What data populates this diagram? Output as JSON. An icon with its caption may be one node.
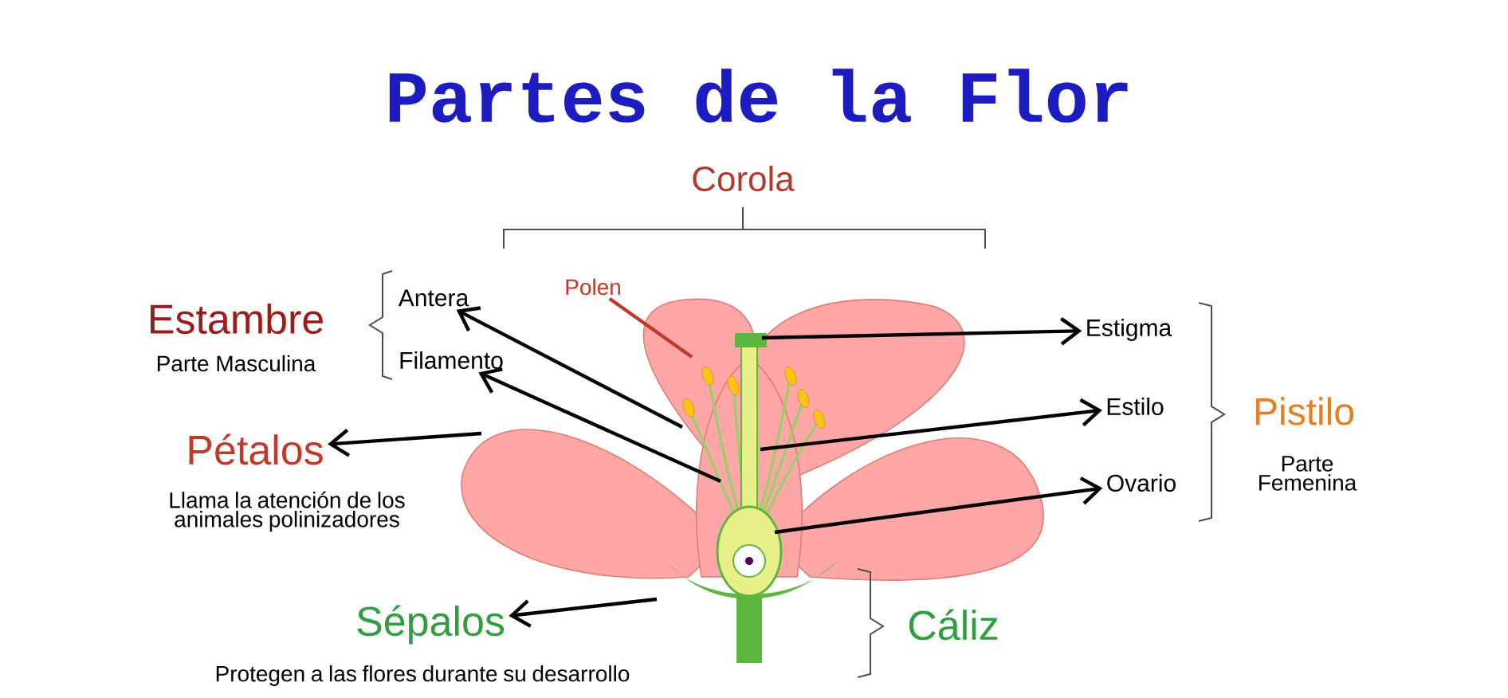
{
  "diagram": {
    "title": "Partes de la Flor",
    "nodes": [
      {
        "text": [
          "Antera"
        ]
      },
      {
        "text": [
          "Filamento"
        ]
      },
      {
        "text": [
          "Polen"
        ]
      },
      {
        "text": [
          "Pétalos"
        ],
        "beside": [
          "Llama la atención de los animales polinizadores"
        ]
      },
      {
        "text": [
          "Sépalos"
        ],
        "beside": [
          "Protegen a las flores durante su desarrollo"
        ]
      },
      {
        "text": [
          "Estigma"
        ]
      },
      {
        "text": [
          "Estilo"
        ]
      },
      {
        "text": [
          "Ovario"
        ]
      }
    ],
    "edges": [
      {
        "from": null,
        "to": 0,
        "arrow": "to"
      },
      {
        "from": null,
        "to": 1,
        "arrow": "to"
      },
      {
        "from": 2,
        "to": null,
        "arrow": "none",
        "color": "#c0392b"
      },
      {
        "from": null,
        "to": 3,
        "arrow": "to"
      },
      {
        "from": null,
        "to": 4,
        "arrow": "to"
      },
      {
        "from": null,
        "to": 5,
        "arrow": "to"
      },
      {
        "from": null,
        "to": 6,
        "arrow": "to"
      },
      {
        "from": null,
        "to": 7,
        "arrow": "to"
      }
    ],
    "labels": [
      "Corola",
      "Estambre",
      "Parte Masculina",
      "Pistilo",
      "Parte Femenina",
      "Cáliz"
    ]
  }
}
